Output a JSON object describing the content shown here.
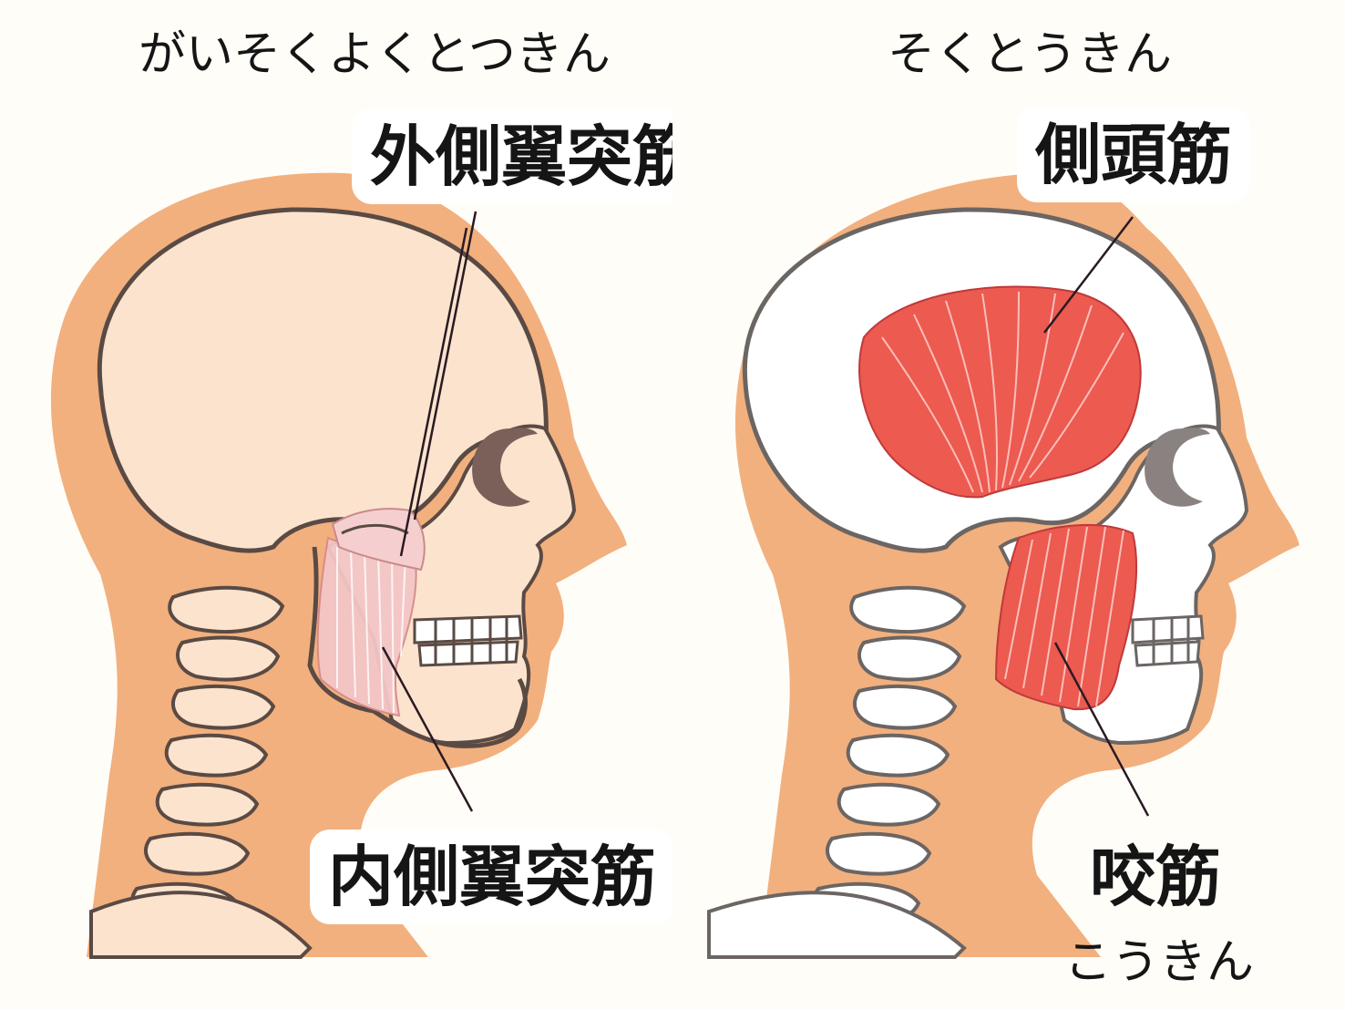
{
  "left": {
    "reading": "がいそくよくとつきん",
    "term_upper": "外側翼突筋",
    "term_lower": "内側翼突筋"
  },
  "right": {
    "reading_top": "そくとうきん",
    "term_upper": "側頭筋",
    "term_lower": "咬筋",
    "reading_bottom": "こうきん"
  },
  "colors": {
    "skin": "#f2b07e",
    "bone_left": "#fbe3cd",
    "bone_right": "#ffffff",
    "bone_outline": "#5a4a44",
    "muscle_red": "#ec5a50",
    "muscle_pale": "#f3c6c6",
    "leader_line": "#2a1a22"
  }
}
